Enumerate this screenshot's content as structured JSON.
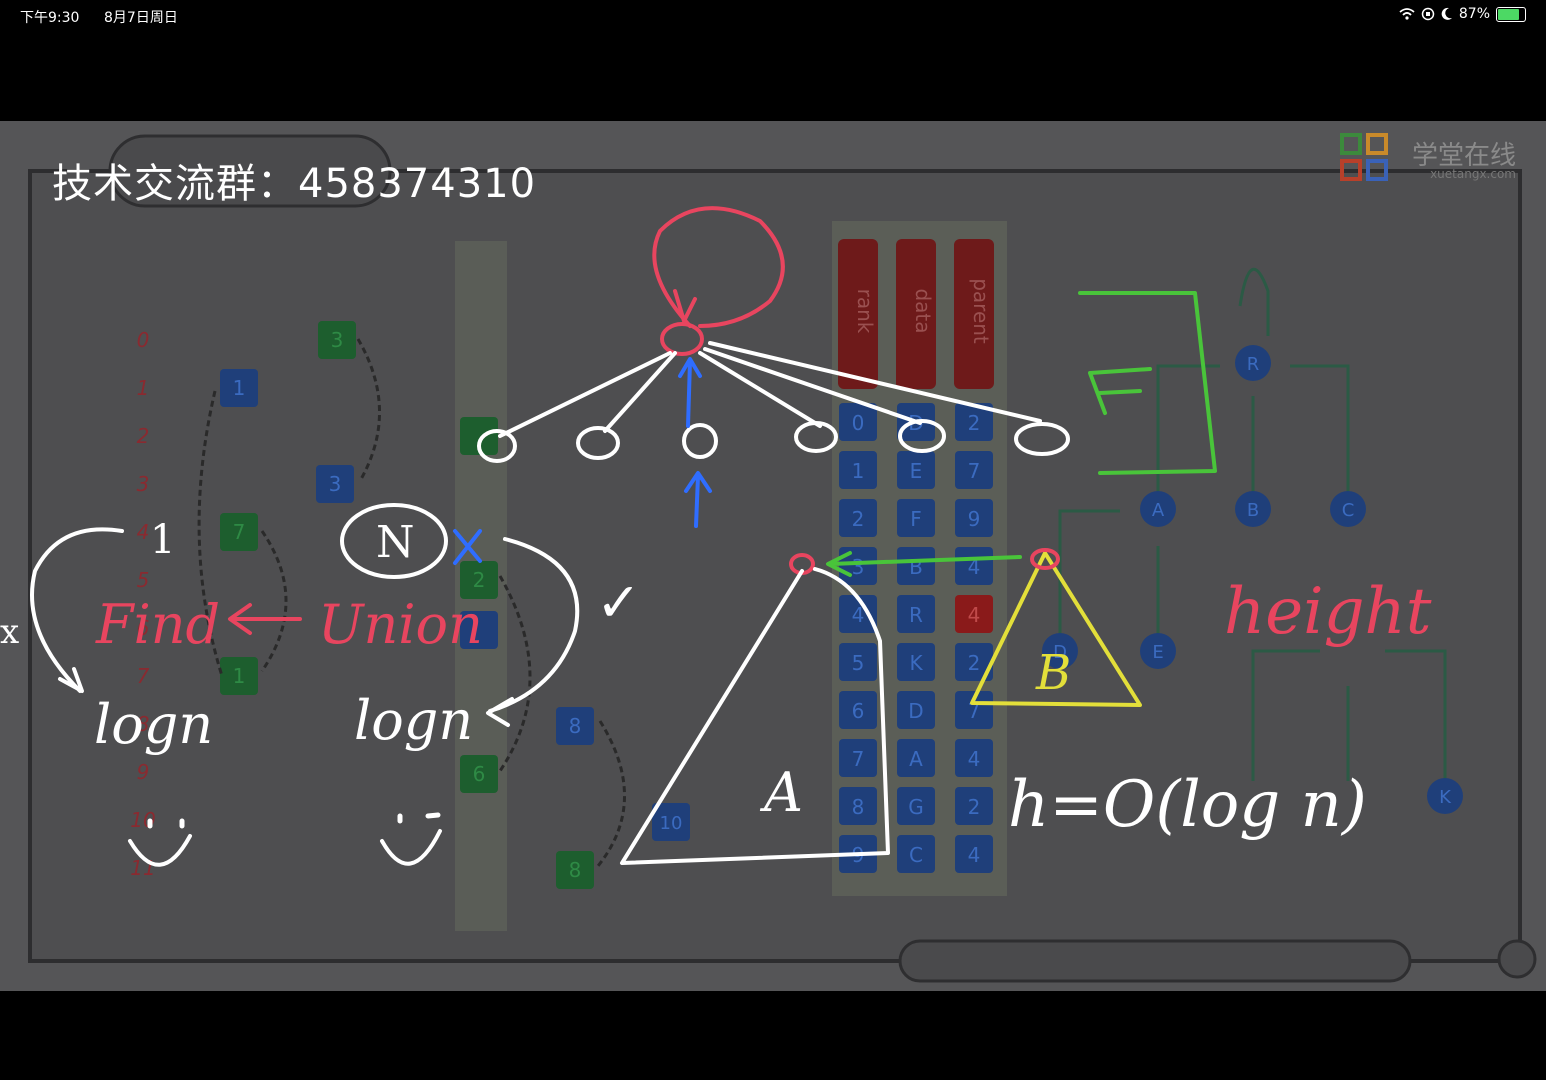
{
  "status_bar": {
    "time": "下午9:30",
    "date": "8月7日周日",
    "battery_percent": "87%",
    "battery_level": 0.87
  },
  "video": {
    "caption": "技术交流群：458374310",
    "logo_text": "学堂在线",
    "logo_domain": "xuetangx.com"
  },
  "slide": {
    "index_labels": [
      "0",
      "1",
      "2",
      "3",
      "4",
      "5",
      "6",
      "7",
      "8",
      "9",
      "10",
      "11"
    ],
    "table_headers": [
      "rank",
      "data",
      "parent"
    ],
    "rank_column": [
      "0",
      "1",
      "2",
      "3",
      "4",
      "5",
      "6",
      "7",
      "8",
      "9"
    ],
    "data_column": [
      "D",
      "E",
      "F",
      "B",
      "R",
      "K",
      "D",
      "A",
      "G",
      "C"
    ],
    "parent_column": [
      "2",
      "7",
      "9",
      "4",
      "4",
      "2",
      "7",
      "4",
      "2",
      "4"
    ],
    "tree_nodes": [
      "R",
      "A",
      "B",
      "C",
      "D",
      "E",
      "K"
    ]
  },
  "annotations": {
    "find_label": "Find",
    "union_label": "Union",
    "left_log": "logn",
    "mid_log": "logn",
    "n_label": "N",
    "one_label": "1",
    "cross_mark": "x",
    "check_mark": "✓",
    "subtree_a": "A",
    "subtree_b": "B",
    "height_label": "height",
    "complexity": "h=O(log n)"
  },
  "colors": {
    "chalk_white": "#ffffff",
    "chalk_red": "#e8455f",
    "chalk_green": "#49c43a",
    "chalk_yellow": "#e3df3a",
    "chalk_blue": "#2f6dff",
    "slide_bg": "#555557",
    "node_blue": "#1f3f7a",
    "node_green": "#1d5e2e",
    "header_red": "#6e1a1a"
  }
}
